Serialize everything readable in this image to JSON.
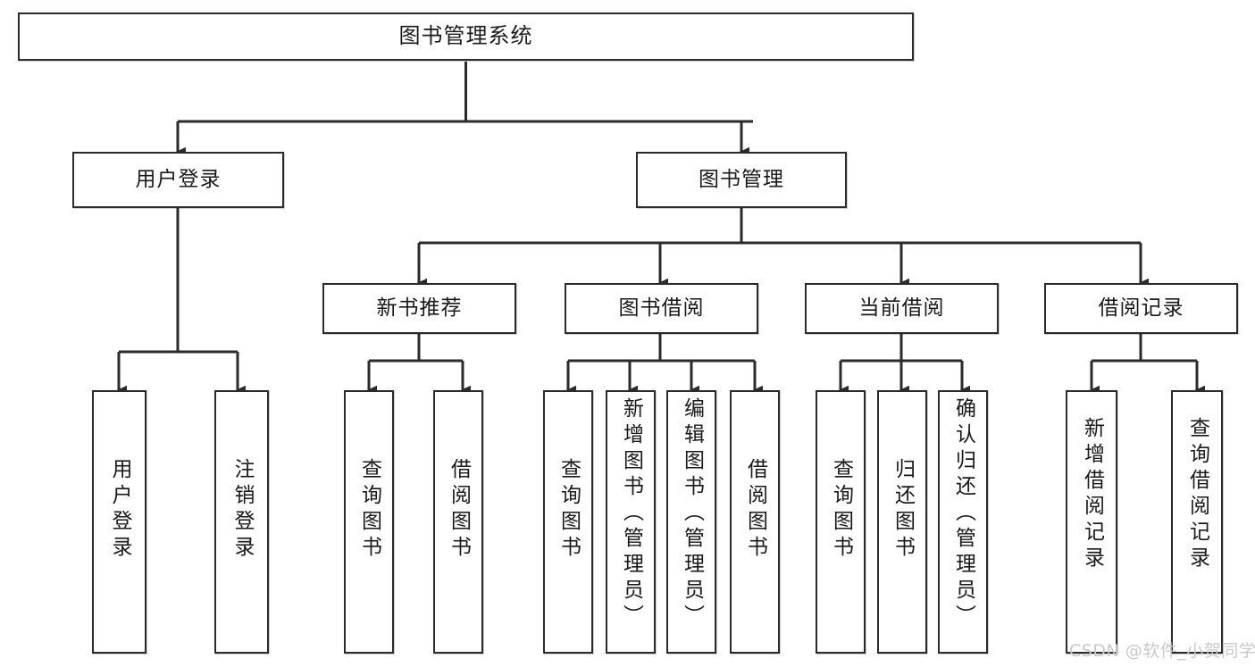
{
  "diagram": {
    "title": "图书管理系统",
    "type": "tree-hierarchy",
    "watermark": "CSDN @软件_小贺同学",
    "colors": {
      "border": "#2b2b2b",
      "background": "#ffffff",
      "text": "#1a1a1a",
      "connector": "#2b2b2b",
      "watermark": "#c9c9c9"
    },
    "nodes": {
      "root": {
        "label": "图书管理系统"
      },
      "level2": [
        {
          "id": "user-login",
          "label": "用户登录"
        },
        {
          "id": "book-manage",
          "label": "图书管理"
        }
      ],
      "level3": [
        {
          "id": "new-book-recommend",
          "label": "新书推荐"
        },
        {
          "id": "book-borrow",
          "label": "图书借阅"
        },
        {
          "id": "current-borrow",
          "label": "当前借阅"
        },
        {
          "id": "borrow-record",
          "label": "借阅记录"
        }
      ],
      "leaves": [
        {
          "id": "leaf-user-login",
          "label": "用户登录",
          "parent": "user-login"
        },
        {
          "id": "leaf-logout",
          "label": "注销登录",
          "parent": "user-login"
        },
        {
          "id": "leaf-query-book-1",
          "label": "查询图书",
          "parent": "new-book-recommend"
        },
        {
          "id": "leaf-borrow-book-1",
          "label": "借阅图书",
          "parent": "new-book-recommend"
        },
        {
          "id": "leaf-query-book-2",
          "label": "查询图书",
          "parent": "book-borrow"
        },
        {
          "id": "leaf-add-book",
          "label": "新增图书（管理员）",
          "parent": "book-borrow"
        },
        {
          "id": "leaf-edit-book",
          "label": "编辑图书（管理员）",
          "parent": "book-borrow"
        },
        {
          "id": "leaf-borrow-book-2",
          "label": "借阅图书",
          "parent": "book-borrow"
        },
        {
          "id": "leaf-query-book-3",
          "label": "查询图书",
          "parent": "current-borrow"
        },
        {
          "id": "leaf-return-book",
          "label": "归还图书",
          "parent": "current-borrow"
        },
        {
          "id": "leaf-confirm-return",
          "label": "确认归还（管理员）",
          "parent": "current-borrow"
        },
        {
          "id": "leaf-add-record",
          "label": "新增借阅记录",
          "parent": "borrow-record"
        },
        {
          "id": "leaf-query-record",
          "label": "查询借阅记录",
          "parent": "borrow-record"
        }
      ]
    }
  }
}
